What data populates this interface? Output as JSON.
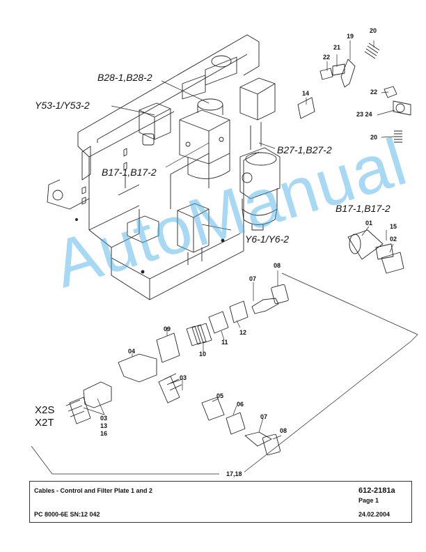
{
  "title_block": {
    "title": "Cables - Control and Filter Plate 1 and 2",
    "drawing_number": "612-2181a",
    "page": "Page 1",
    "model": "PC 8000-6E SN:12 042",
    "date": "24.02.2004"
  },
  "watermark": "AutoManual",
  "component_labels": {
    "b28": "B28-1,B28-2",
    "y53": "Y53-1/Y53-2",
    "b27": "B27-1,B27-2",
    "b17_left": "B17-1,B17-2",
    "b17_right": "B17-1,B17-2",
    "y6": "Y6-1/Y6-2"
  },
  "connector_labels": {
    "x2s": "X2S",
    "x2t": "X2T"
  },
  "callouts": {
    "c20a": "20",
    "c19": "19",
    "c21": "21",
    "c22a": "22",
    "c14": "14",
    "c22b": "22",
    "c2324": "23 24",
    "c20b": "20",
    "c01": "01",
    "c15": "15",
    "c02": "02",
    "c08a": "08",
    "c07a": "07",
    "c12": "12",
    "c11": "11",
    "c09": "09",
    "c10": "10",
    "c04": "04",
    "c03a": "03",
    "c05": "05",
    "c06": "06",
    "c07b": "07",
    "c08b": "08",
    "c03b": "03",
    "c13": "13",
    "c16": "16",
    "c1718": "17,18"
  }
}
